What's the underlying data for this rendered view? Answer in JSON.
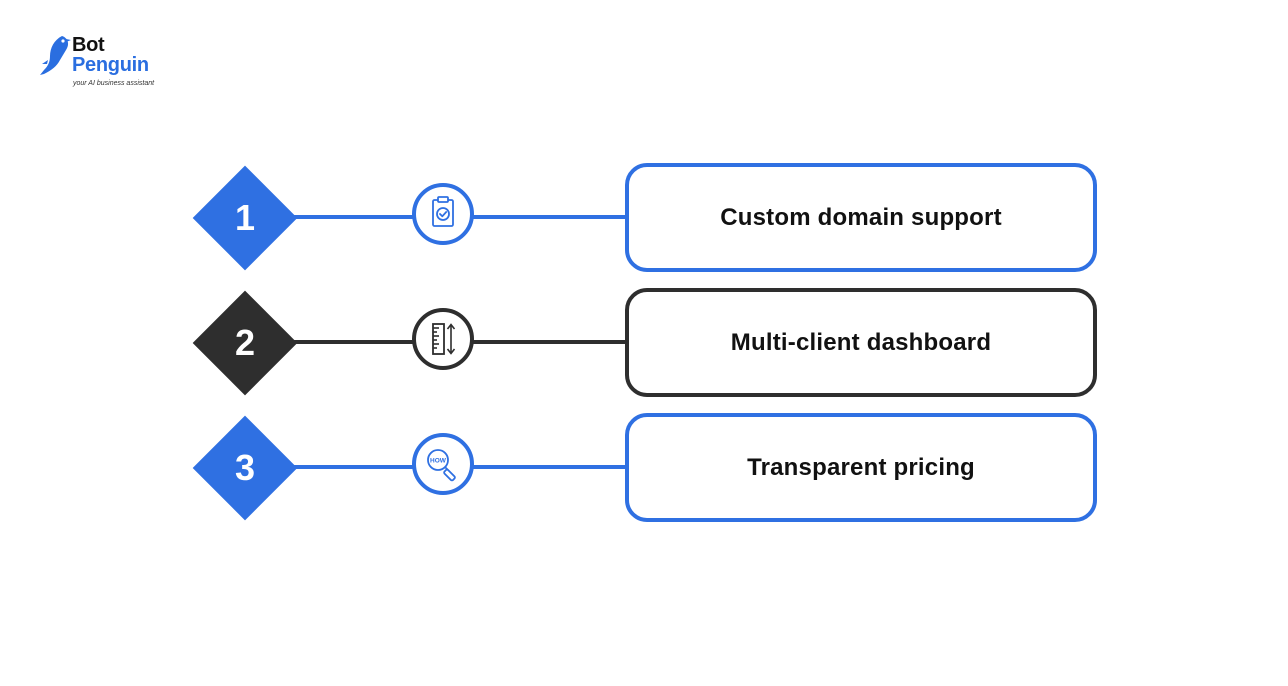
{
  "logo": {
    "line1": "Bot",
    "line2": "Penguin",
    "tagline": "your AI business assistant"
  },
  "steps": [
    {
      "number": "1",
      "label": "Custom domain support",
      "icon": "clipboard-check-icon",
      "color": "#2f70e2"
    },
    {
      "number": "2",
      "label": "Multi-client dashboard",
      "icon": "ruler-measure-icon",
      "color": "#2e2e2e"
    },
    {
      "number": "3",
      "label": "Transparent pricing",
      "icon": "how-magnifier-icon",
      "color": "#2f70e2"
    }
  ],
  "icon_text": {
    "how": "HOW"
  }
}
